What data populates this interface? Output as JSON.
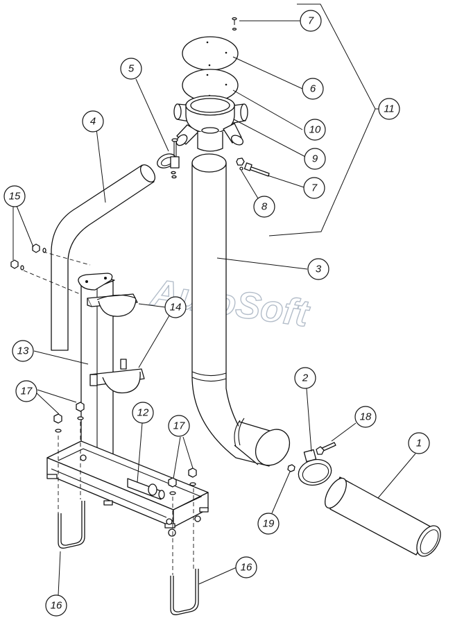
{
  "watermark": "AutoSoft",
  "callouts": [
    {
      "id": "c7a",
      "label": "7"
    },
    {
      "id": "c6",
      "label": "6"
    },
    {
      "id": "c10",
      "label": "10"
    },
    {
      "id": "c11",
      "label": "11"
    },
    {
      "id": "c9",
      "label": "9"
    },
    {
      "id": "c7b",
      "label": "7"
    },
    {
      "id": "c8",
      "label": "8"
    },
    {
      "id": "c5",
      "label": "5"
    },
    {
      "id": "c4",
      "label": "4"
    },
    {
      "id": "c15",
      "label": "15"
    },
    {
      "id": "c3",
      "label": "3"
    },
    {
      "id": "c14",
      "label": "14"
    },
    {
      "id": "c13",
      "label": "13"
    },
    {
      "id": "c17a",
      "label": "17"
    },
    {
      "id": "c12",
      "label": "12"
    },
    {
      "id": "c17b",
      "label": "17"
    },
    {
      "id": "c2",
      "label": "2"
    },
    {
      "id": "c18",
      "label": "18"
    },
    {
      "id": "c1",
      "label": "1"
    },
    {
      "id": "c19",
      "label": "19"
    },
    {
      "id": "c16a",
      "label": "16"
    },
    {
      "id": "c16b",
      "label": "16"
    }
  ]
}
